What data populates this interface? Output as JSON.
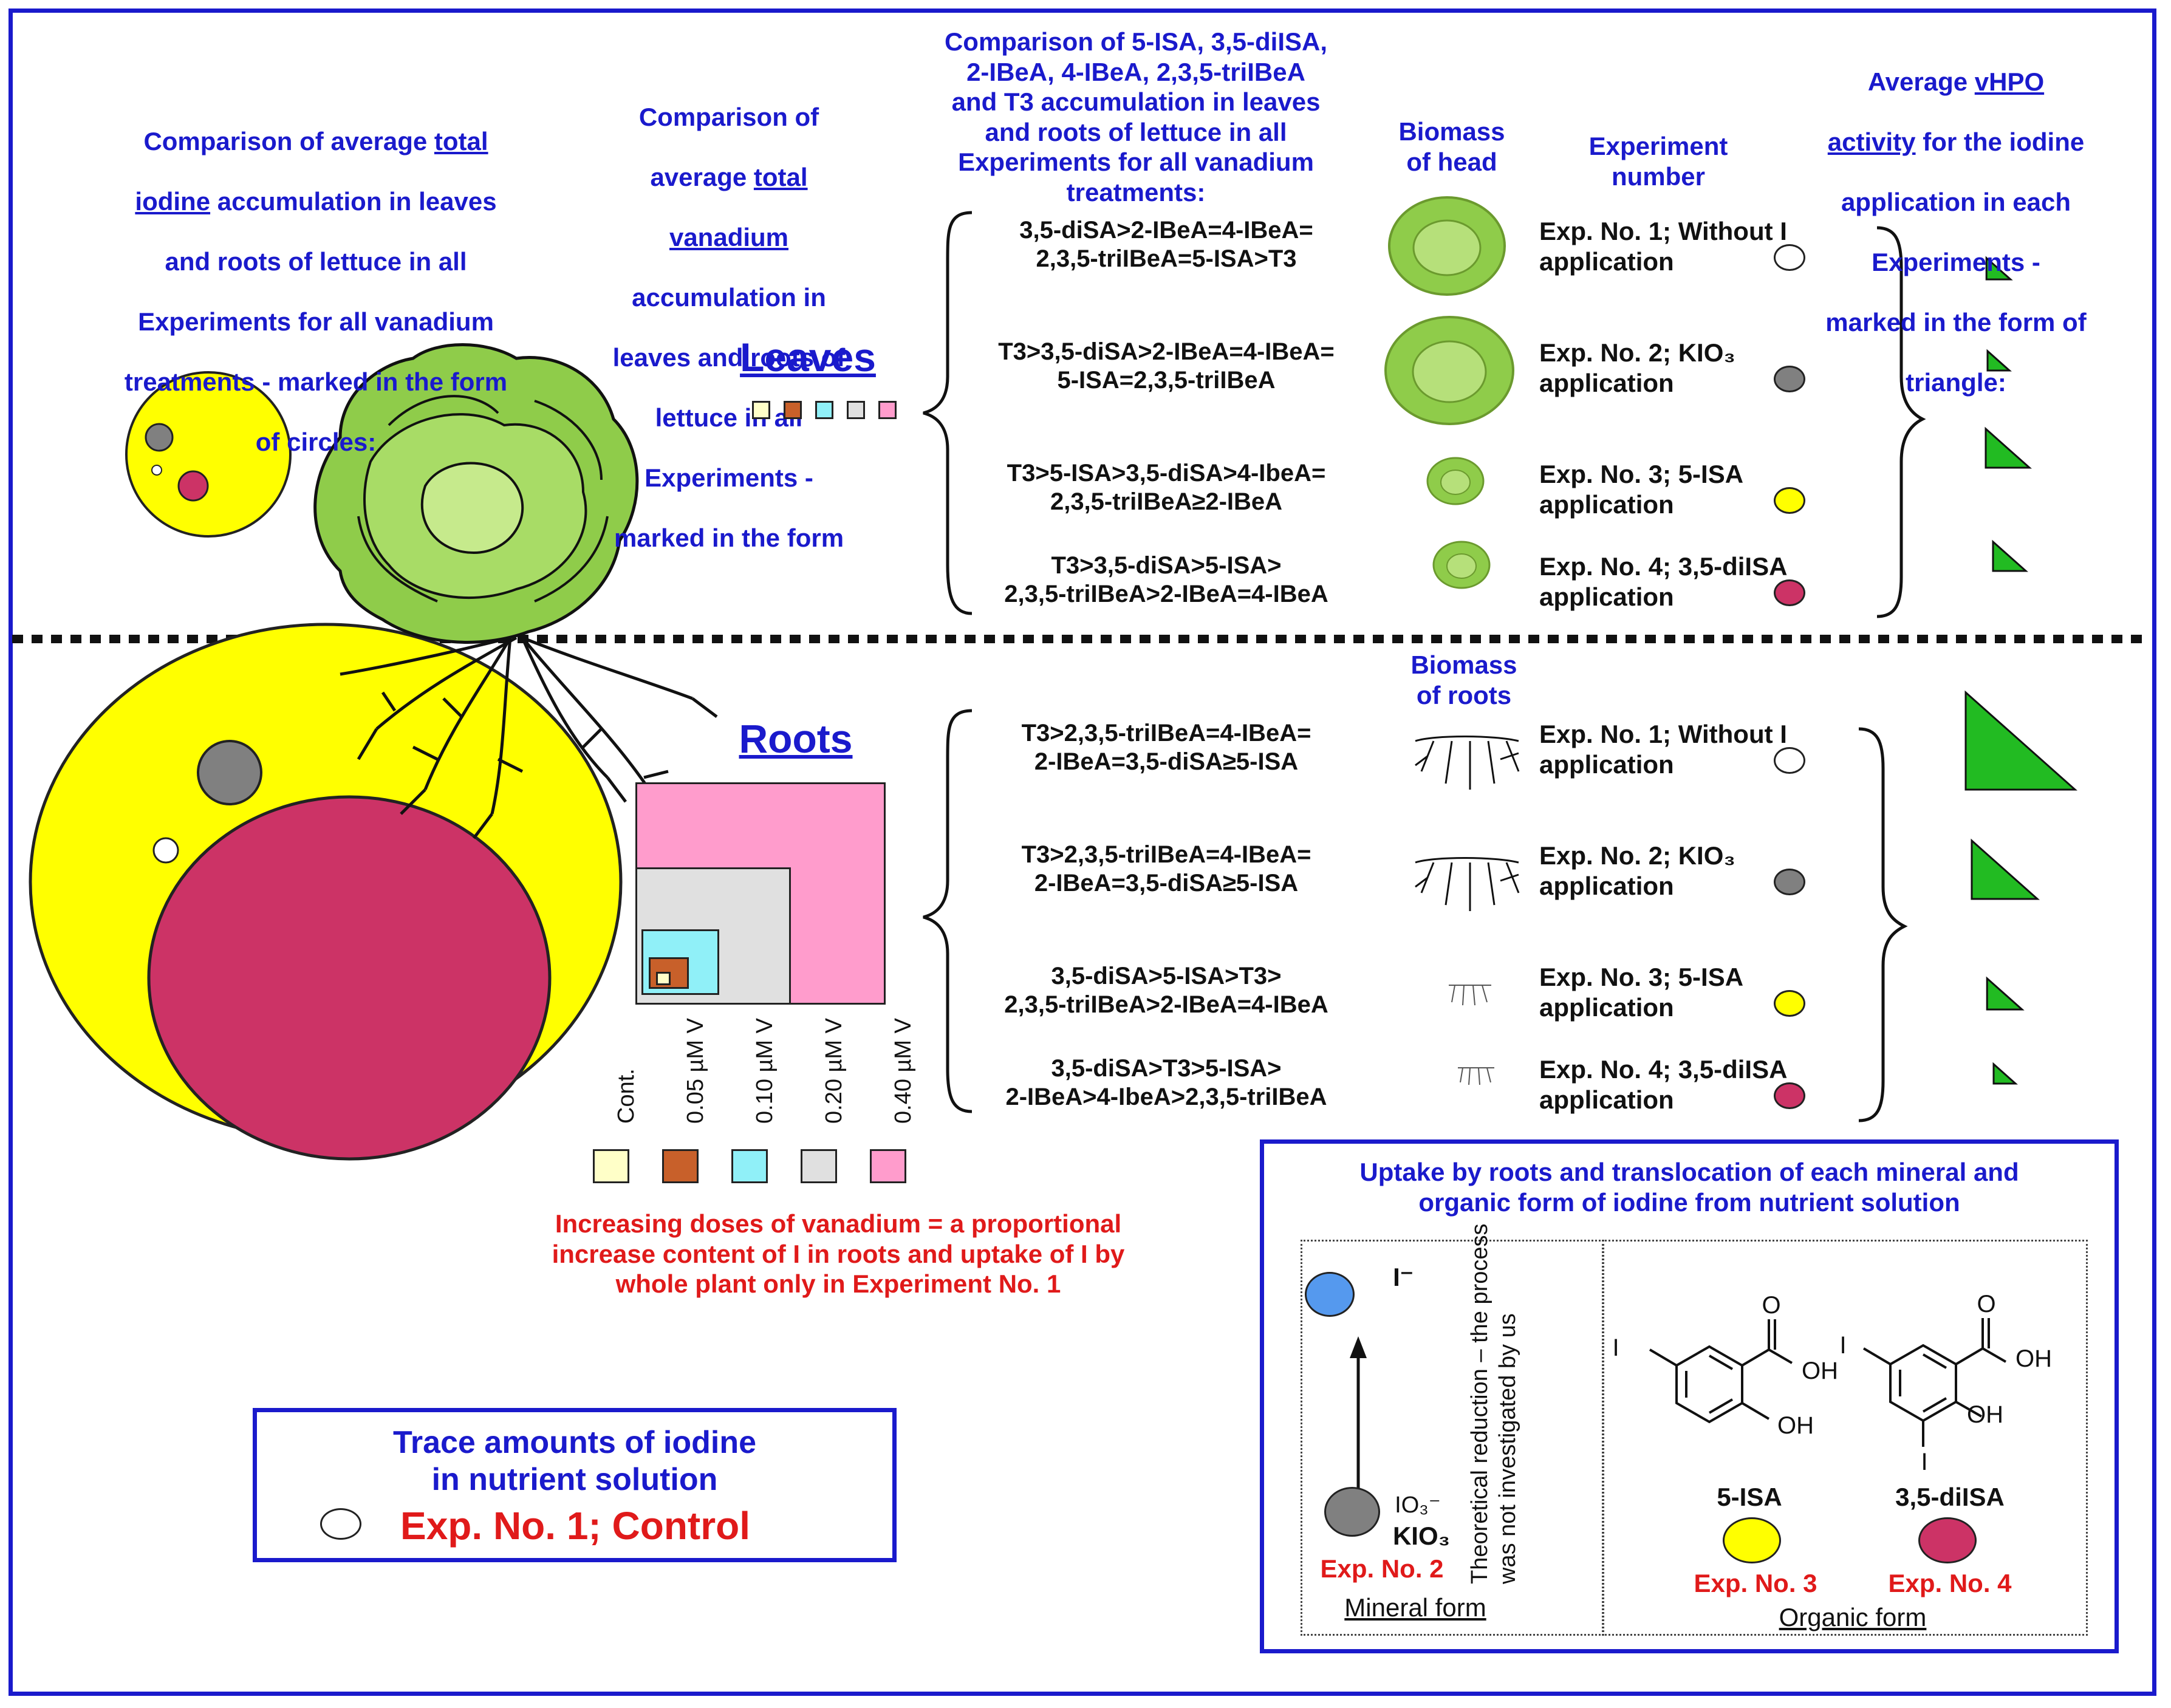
{
  "colors": {
    "blue": "#1a1acc",
    "red": "#e01a1a",
    "yellow": "#ffff00",
    "crimson": "#cc3366",
    "gray": "#808080",
    "cont": "#ffffc8",
    "v005": "#c8602a",
    "v010": "#90f0f8",
    "v020": "#e0e0e0",
    "v040": "#ff9ccc",
    "green": "#22bb22",
    "lettuce": "#8fcc4a",
    "iodide": "#5599ee"
  },
  "headers": {
    "iodine_accum": [
      "Comparison of average ",
      "total",
      "iodine",
      " accumulation in leaves",
      "and roots of lettuce in all",
      "Experiments for all vanadium",
      "treatments - marked in the form",
      "of circles:"
    ],
    "vanadium_accum": [
      "Comparison of",
      "average ",
      "total",
      "vanadium",
      "accumulation in",
      "leaves and roots of",
      "lettuce in all",
      "Experiments -",
      "marked in the form"
    ],
    "compounds_accum": "Comparison of 5-ISA, 3,5-diISA,\n2-IBeA, 4-IBeA, 2,3,5-triIBeA\nand T3 accumulation in leaves\nand roots of lettuce in all\nExperiments for all vanadium\ntreatments:",
    "biomass_head": "Biomass\nof head",
    "experiment_number": "Experiment\nnumber",
    "vhpo": [
      "Average ",
      "vHPO",
      "activity",
      " for the iodine",
      "application in each",
      "Experiments -",
      "marked in the form of",
      "triangle:"
    ],
    "biomass_roots": "Biomass\nof roots"
  },
  "sections": {
    "leaves": "Leaves",
    "roots": "Roots"
  },
  "leaves_rows": [
    {
      "ranking": "3,5-diSA>2-IBeA=4-IBeA=\n2,3,5-triIBeA=5-ISA>T3",
      "exp": "Exp. No. 1; Without I\napplication",
      "marker": "white",
      "triangle": 0.22
    },
    {
      "ranking": "T3>3,5-diSA>2-IBeA=4-IBeA=\n5-ISA=2,3,5-triIBeA",
      "exp": "Exp. No. 2; KIO₃\napplication",
      "marker": "gray",
      "triangle": 0.2
    },
    {
      "ranking": "T3>5-ISA>3,5-diSA>4-IbeA=\n2,3,5-triIBeA≥2-IBeA",
      "exp": "Exp. No. 3; 5-ISA\napplication",
      "marker": "yellow",
      "triangle": 0.4
    },
    {
      "ranking": "T3>3,5-diSA>5-ISA>\n2,3,5-triIBeA>2-IBeA=4-IBeA",
      "exp": "Exp. No. 4; 3,5-diISA\napplication",
      "marker": "crimson",
      "triangle": 0.3
    }
  ],
  "roots_rows": [
    {
      "ranking": "T3>2,3,5-triIBeA=4-IBeA=\n2-IBeA=3,5-diSA≥5-ISA",
      "exp": "Exp. No. 1; Without I\napplication",
      "marker": "white",
      "triangle": 1.0
    },
    {
      "ranking": "T3>2,3,5-triIBeA=4-IBeA=\n2-IBeA=3,5-diSA≥5-ISA",
      "exp": "Exp. No. 2; KIO₃\napplication",
      "marker": "gray",
      "triangle": 0.6
    },
    {
      "ranking": "3,5-diSA>5-ISA>T3>\n2,3,5-triIBeA>2-IBeA=4-IBeA",
      "exp": "Exp. No. 3; 5-ISA\napplication",
      "marker": "yellow",
      "triangle": 0.32
    },
    {
      "ranking": "3,5-diSA>T3>5-ISA>\n2-IBeA>4-IbeA>2,3,5-triIBeA",
      "exp": "Exp. No. 4; 3,5-diISA\napplication",
      "marker": "crimson",
      "triangle": 0.2
    }
  ],
  "vanadium_legend": [
    {
      "label": "Cont.",
      "color": "cont"
    },
    {
      "label": "0.05 µM V",
      "color": "v005"
    },
    {
      "label": "0.10 µM V",
      "color": "v010"
    },
    {
      "label": "0.20 µM V",
      "color": "v020"
    },
    {
      "label": "0.40 µM V",
      "color": "v040"
    }
  ],
  "vanadium_note": "Increasing doses of vanadium = a proportional\nincrease content of I in roots and uptake of I by\nwhole plant only in Experiment No. 1",
  "trace_box": {
    "title": "Trace amounts of iodine\nin nutrient solution",
    "label": "Exp. No. 1; Control"
  },
  "uptake_box": {
    "title": "Uptake by roots and translocation of each mineral and\norganic form of iodine from nutrient solution",
    "iodide": "I⁻",
    "iodate": "IO₃⁻",
    "kio3": "KIO₃",
    "exp2": "Exp. No. 2",
    "reduction_note": "Theoretical reduction – the process\nwas not investigated by us",
    "mineral_form": "Mineral form",
    "organic_form": "Organic form",
    "isa5": "5-ISA",
    "diisa": "3,5-diISA",
    "exp3": "Exp. No. 3",
    "exp4": "Exp. No. 4",
    "atoms": {
      "I": "I",
      "O": "O",
      "OH": "OH"
    }
  }
}
